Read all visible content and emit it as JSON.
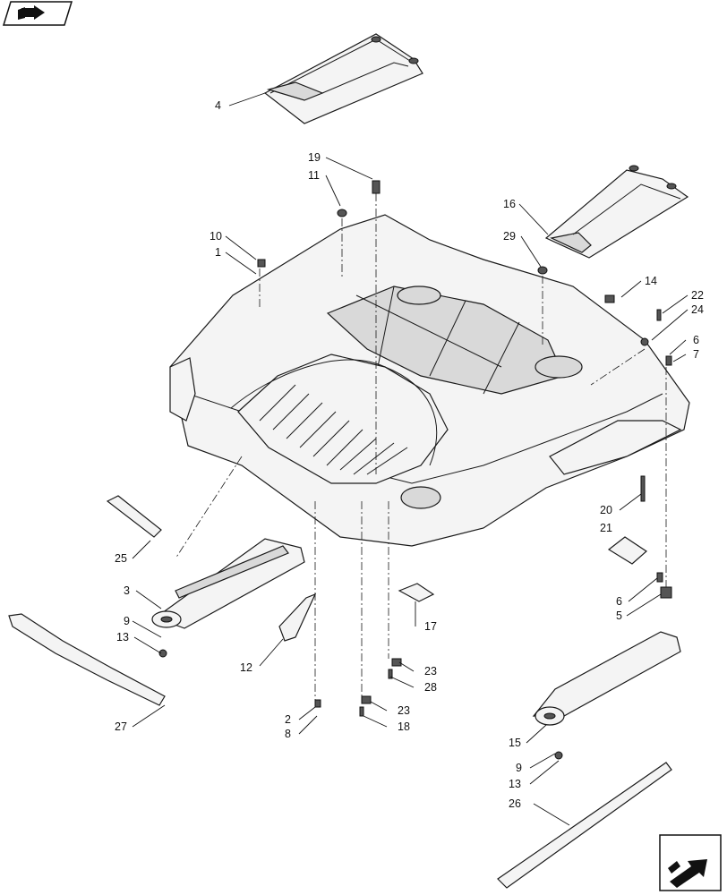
{
  "callouts": [
    {
      "id": "c4",
      "label": "4"
    },
    {
      "id": "c19",
      "label": "19"
    },
    {
      "id": "c11",
      "label": "11"
    },
    {
      "id": "c16",
      "label": "16"
    },
    {
      "id": "c10",
      "label": "10"
    },
    {
      "id": "c1",
      "label": "1"
    },
    {
      "id": "c29",
      "label": "29"
    },
    {
      "id": "c14",
      "label": "14"
    },
    {
      "id": "c22",
      "label": "22"
    },
    {
      "id": "c24",
      "label": "24"
    },
    {
      "id": "c6a",
      "label": "6"
    },
    {
      "id": "c7",
      "label": "7"
    },
    {
      "id": "c20",
      "label": "20"
    },
    {
      "id": "c21",
      "label": "21"
    },
    {
      "id": "c25",
      "label": "25"
    },
    {
      "id": "c3",
      "label": "3"
    },
    {
      "id": "c6b",
      "label": "6"
    },
    {
      "id": "c5",
      "label": "5"
    },
    {
      "id": "c17",
      "label": "17"
    },
    {
      "id": "c9a",
      "label": "9"
    },
    {
      "id": "c13a",
      "label": "13"
    },
    {
      "id": "c12",
      "label": "12"
    },
    {
      "id": "c23a",
      "label": "23"
    },
    {
      "id": "c28",
      "label": "28"
    },
    {
      "id": "c27",
      "label": "27"
    },
    {
      "id": "c2",
      "label": "2"
    },
    {
      "id": "c23b",
      "label": "23"
    },
    {
      "id": "c8",
      "label": "8"
    },
    {
      "id": "c18",
      "label": "18"
    },
    {
      "id": "c15",
      "label": "15"
    },
    {
      "id": "c9b",
      "label": "9"
    },
    {
      "id": "c13b",
      "label": "13"
    },
    {
      "id": "c26",
      "label": "26"
    }
  ],
  "icons": {
    "top_left": "book-arrow-icon",
    "bottom_right": "next-page-arrow-icon"
  }
}
